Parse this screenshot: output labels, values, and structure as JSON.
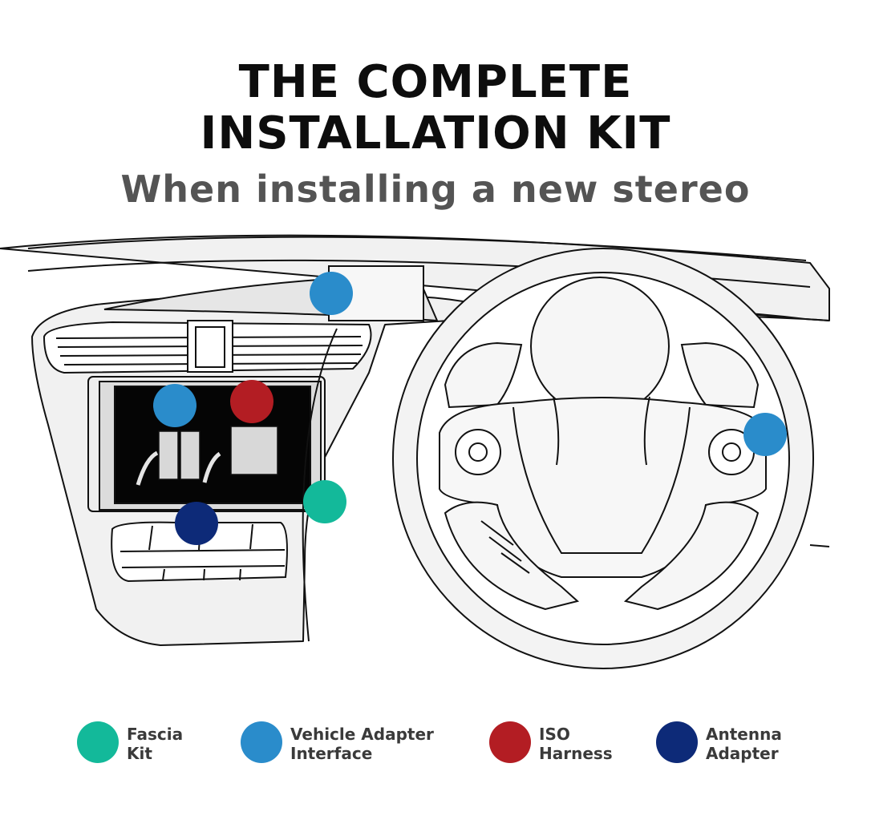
{
  "title": {
    "line1": "THE COMPLETE",
    "line2": "INSTALLATION KIT"
  },
  "subtitle": "When installing a new stereo",
  "colors": {
    "fascia_kit": "#13b99a",
    "vehicle_adapter_interface": "#2a8ccb",
    "iso_harness": "#b31d23",
    "antenna_adapter": "#0d2a78",
    "outline": "#111111",
    "dashboard_fill": "#f1f1f1"
  },
  "markers": [
    {
      "kind": "vehicle_adapter_interface",
      "at": "head-unit-dash-display"
    },
    {
      "kind": "vehicle_adapter_interface",
      "at": "stereo-screen-left"
    },
    {
      "kind": "iso_harness",
      "at": "stereo-screen-right"
    },
    {
      "kind": "fascia_kit",
      "at": "stereo-fascia-corner"
    },
    {
      "kind": "antenna_adapter",
      "at": "below-stereo"
    },
    {
      "kind": "vehicle_adapter_interface",
      "at": "steering-wheel-controls"
    }
  ],
  "legend": [
    {
      "key": "fascia_kit",
      "line1": "Fascia",
      "line2": "Kit",
      "icon": "teal-dot-icon"
    },
    {
      "key": "vehicle_adapter_interface",
      "line1": "Vehicle Adapter",
      "line2": "Interface",
      "icon": "light-blue-dot-icon"
    },
    {
      "key": "iso_harness",
      "line1": "ISO",
      "line2": "Harness",
      "icon": "red-dot-icon"
    },
    {
      "key": "antenna_adapter",
      "line1": "Antenna",
      "line2": "Adapter",
      "icon": "navy-dot-icon"
    }
  ]
}
